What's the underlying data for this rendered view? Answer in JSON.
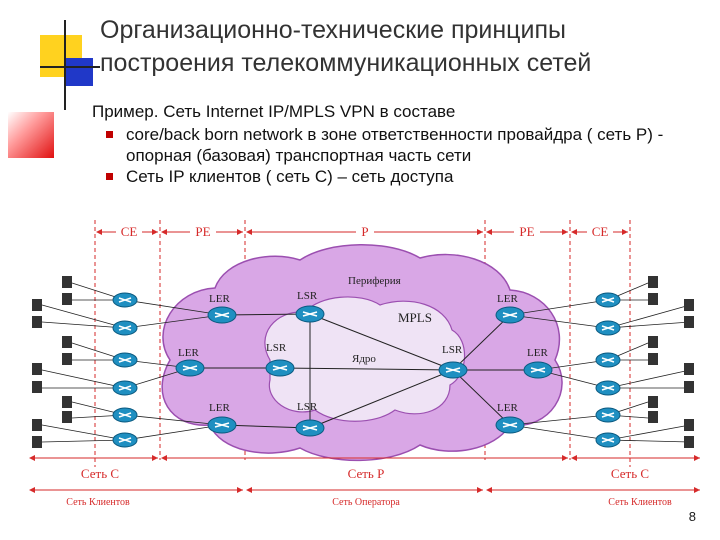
{
  "slide": {
    "title": "Организационно-технические принципы построения телекоммуникационных сетей",
    "intro": "Пример. Сеть Internet IP/MPLS VPN в составе",
    "bullets": [
      "core/back born network в зоне ответственности провайдра ( сеть Р)  - опорная (базовая) транспортная часть сети",
      "Сеть IP клиентов ( сеть С) – сеть доступа"
    ],
    "page_number": "8"
  },
  "diagram": {
    "top_segments": [
      "CE",
      "PE",
      "P",
      "PE",
      "CE"
    ],
    "labels": {
      "periphery": "Периферия",
      "mpls": "MPLS",
      "core": "Ядро",
      "ler": "LER",
      "lsr": "LSR"
    },
    "bottom_nets": [
      "Сеть С",
      "Сеть Р",
      "Сеть С"
    ],
    "bottom_captions": [
      "Сеть Клиентов",
      "Сеть Оператора",
      "Сеть Клиентов"
    ],
    "colors": {
      "accent_red": "#d62a2a",
      "cloud_outer": "#d9a7e6",
      "cloud_inner": "#efe3f5",
      "router": "#1f8fc1",
      "slide_yellow": "#ffd21f",
      "slide_blue": "#2038c8"
    }
  }
}
